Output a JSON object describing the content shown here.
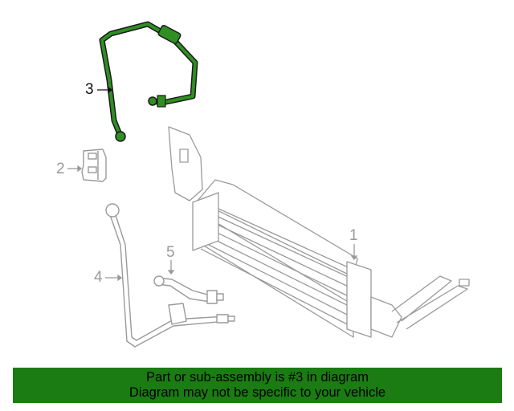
{
  "callouts": {
    "part1": "1",
    "part2": "2",
    "part3": "3",
    "part4": "4",
    "part5": "5"
  },
  "banner": {
    "line1": "Part or sub-assembly is #3 in diagram",
    "line2": "Diagram may not be specific to your vehicle"
  },
  "colors": {
    "highlight": "#1a7c12",
    "line_art": "#9a9a9a"
  }
}
